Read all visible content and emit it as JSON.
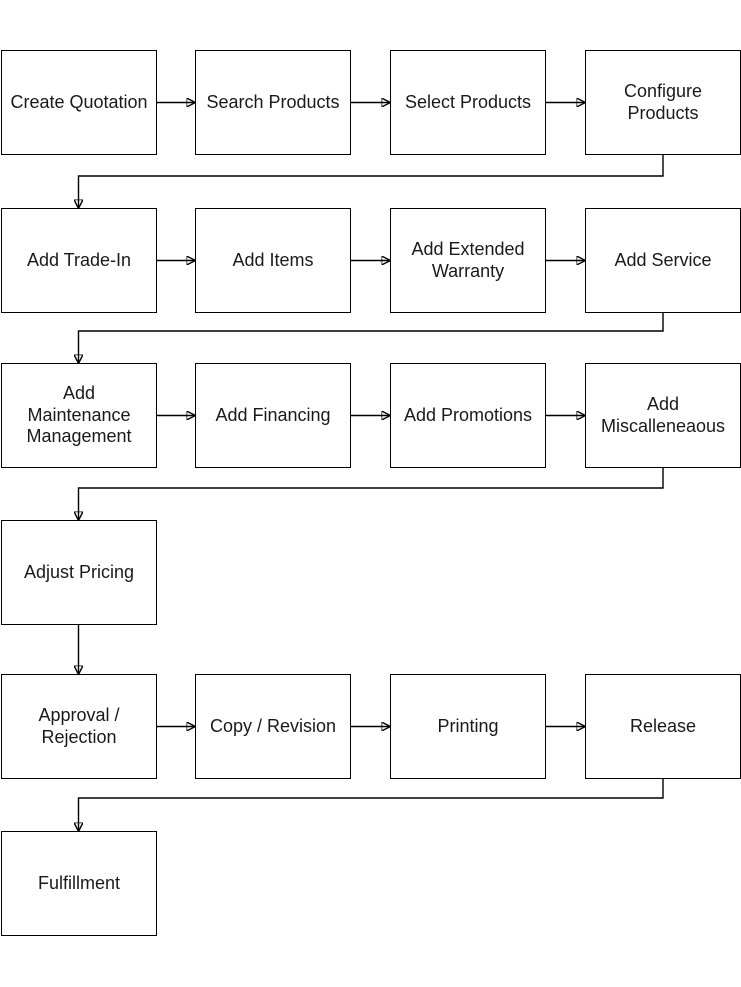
{
  "diagram": {
    "type": "flowchart",
    "background_color": "#ffffff",
    "box_fill_color": "#ffffff",
    "box_border_color": "#000000",
    "connector_color": "#000000",
    "text_color": "#1a1a1a",
    "rows": [
      {
        "boxes": [
          {
            "label": "Create Quotation"
          },
          {
            "label": "Search Products"
          },
          {
            "label": "Select Products"
          },
          {
            "label": "Configure Products"
          }
        ]
      },
      {
        "boxes": [
          {
            "label": "Add Trade-In"
          },
          {
            "label": "Add Items"
          },
          {
            "label": "Add Extended Warranty"
          },
          {
            "label": "Add Service"
          }
        ]
      },
      {
        "boxes": [
          {
            "label": "Add Maintenance Management"
          },
          {
            "label": "Add Financing"
          },
          {
            "label": "Add Promotions"
          },
          {
            "label": "Add Miscalleneaous"
          }
        ]
      },
      {
        "boxes": [
          {
            "label": "Adjust Pricing"
          }
        ]
      },
      {
        "boxes": [
          {
            "label": "Approval / Rejection"
          },
          {
            "label": "Copy / Revision"
          },
          {
            "label": "Printing"
          },
          {
            "label": "Release"
          }
        ]
      },
      {
        "boxes": [
          {
            "label": "Fulfillment"
          }
        ]
      }
    ],
    "flow_sequence": [
      "Create Quotation",
      "Search Products",
      "Select Products",
      "Configure Products",
      "Add Trade-In",
      "Add Items",
      "Add Extended Warranty",
      "Add Service",
      "Add Maintenance Management",
      "Add Financing",
      "Add Promotions",
      "Add Miscalleneaous",
      "Adjust Pricing",
      "Approval / Rejection",
      "Copy / Revision",
      "Printing",
      "Release",
      "Fulfillment"
    ]
  }
}
